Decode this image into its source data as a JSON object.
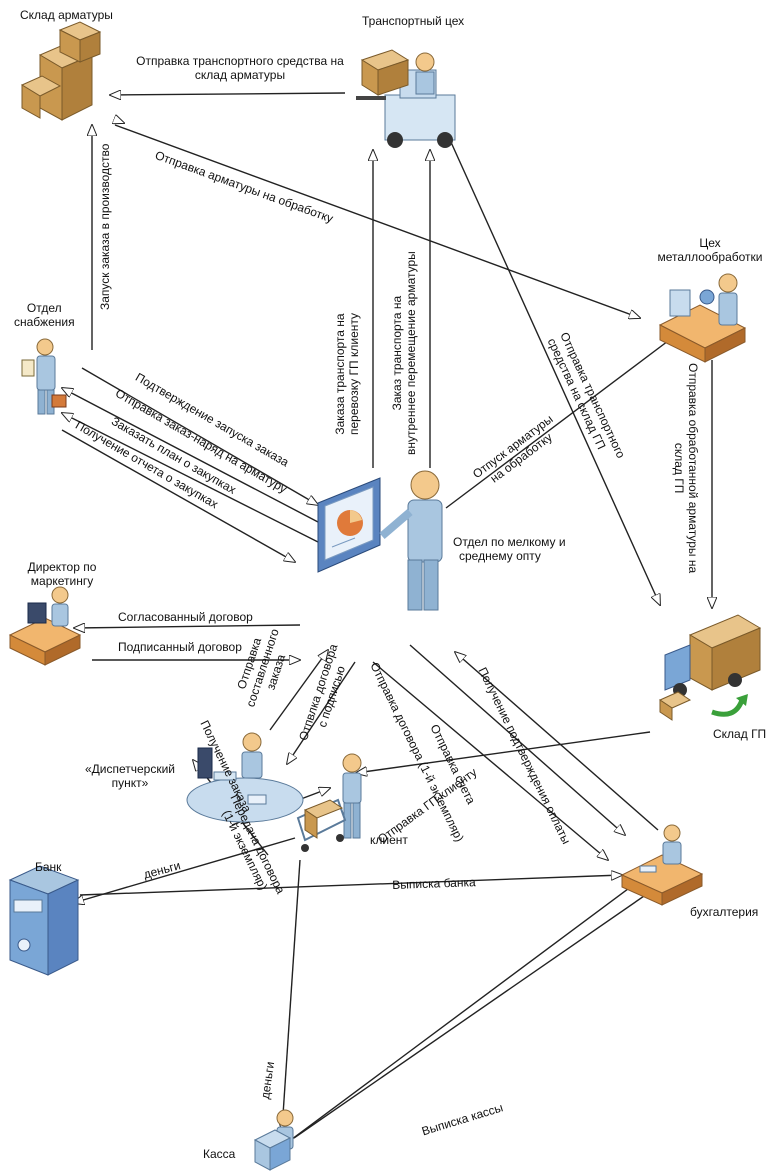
{
  "nodes": {
    "rebar_warehouse": "Склад арматуры",
    "transport_shop": "Транспортный цех",
    "supply_dept_1": "Отдел",
    "supply_dept_2": "снабжения",
    "metal_shop_1": "Цех",
    "metal_shop_2": "металлообработки",
    "wholesale_1": "Отдел по мелкому и",
    "wholesale_2": "среднему опту",
    "marketing_1": "Директор по",
    "marketing_2": "маркетингу",
    "dispatch_1": "«Диспетчерский",
    "dispatch_2": "пункт»",
    "fg_warehouse": "Склад ГП",
    "client": "клиент",
    "bank": "Банк",
    "accounting": "бухгалтерия",
    "cash": "Касса"
  },
  "flows": {
    "send_vehicle_1": "Отправка транспортного средства на",
    "send_vehicle_2": "склад арматуры",
    "launch_order": "Запуск заказа в производство",
    "send_rebar_processing": "Отправка арматуры на обработку",
    "order_transport_client_1": "Заказа транспорта на",
    "order_transport_client_2": "перевозку ГП клиенту",
    "order_transport_internal_1": "Заказ транспорта на",
    "order_transport_internal_2": "внутреннее перемещение арматуры",
    "send_vehicle_fg_1": "Отправка транспортного",
    "send_vehicle_fg_2": "средства на склад ГП",
    "send_processed_1": "Отправка обработанной арматуры на",
    "send_processed_2": "склад ГП",
    "release_rebar_1": "Отпуск арматуры",
    "release_rebar_2": "на обработку",
    "confirm_launch": "Подтверждение запуска заказа",
    "send_work_order": "Отправка заказ-наряд на арматуру",
    "order_purchase_plan": "Заказать план о закупках",
    "receive_purchase_report": "Получение отчета о закупках",
    "agreed_contract": "Согласованный договор",
    "signed_contract": "Подписанный договор",
    "send_order_1": "Отправка",
    "send_order_2": "составленного",
    "send_order_3": "заказа",
    "send_contract_sign_1": "Отпвлка договора",
    "send_contract_sign_2": "с подписью",
    "send_contract_copy": "Отправка договора (1-й экземпляр)",
    "send_invoice": "Отправка счета",
    "receive_payment_confirm": "Получение подтверждения оплаты",
    "transfer_contract_1": "Передача договора",
    "transfer_contract_2": "(1-й экземпляр)",
    "receive_order": "Получение заказа",
    "send_fg_client": "Отправка ГП клиенту",
    "money_1": "деньги",
    "money_2": "деньги",
    "bank_statement": "Выписка банка",
    "cash_statement": "Выписка кассы"
  }
}
